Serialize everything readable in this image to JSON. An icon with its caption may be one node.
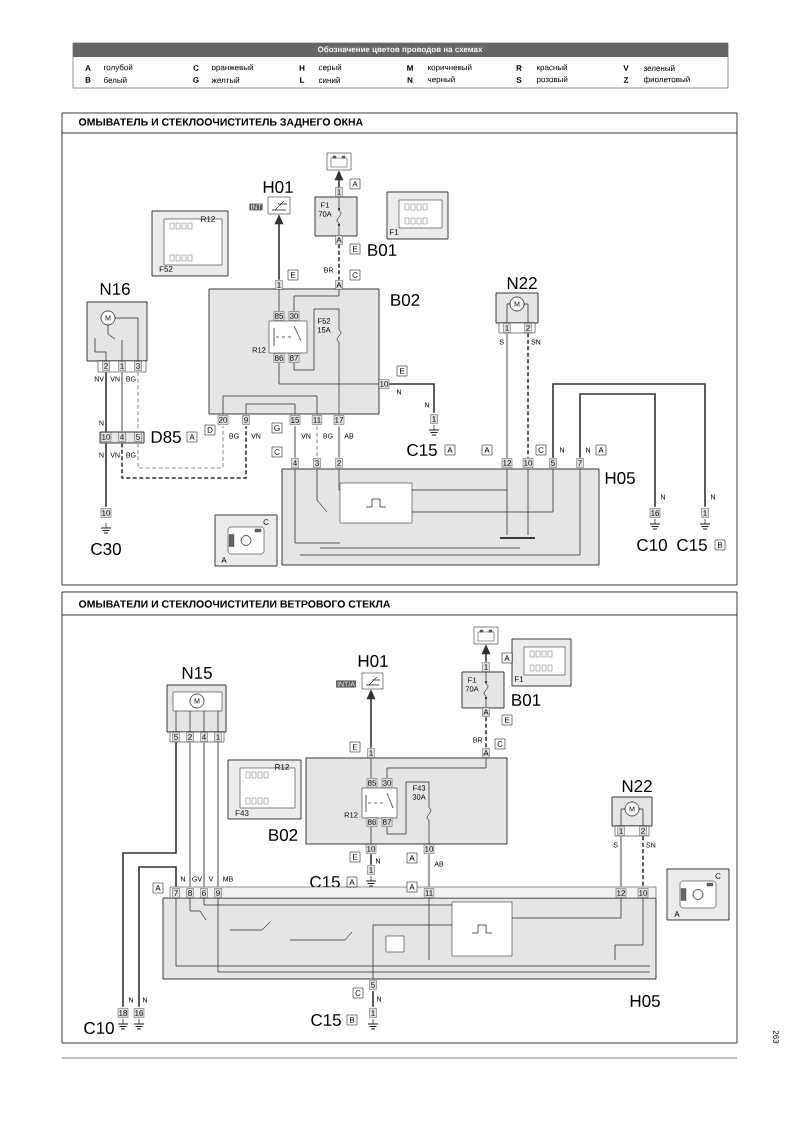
{
  "diagram": {
    "nodes": [
      {
        "text": [
          "N16",
          "M"
        ]
      },
      {
        "text": [
          "D85"
        ]
      },
      {
        "text": [
          "C30"
        ]
      },
      {
        "text": [
          "H01"
        ]
      },
      {
        "text": [],
        "shape": "picture"
      },
      {
        "text": [
          "B01"
        ]
      },
      {
        "text": [
          "F1"
        ]
      },
      {
        "text": [
          "R12",
          "F52"
        ]
      },
      {
        "text": [
          "B02"
        ]
      },
      {
        "text": [
          "C15"
        ]
      },
      {
        "text": [
          "N22",
          "M"
        ]
      },
      {
        "text": [
          "H05"
        ]
      },
      {
        "text": [
          "C10"
        ]
      },
      {
        "text": [
          "C15"
        ]
      },
      {
        "text": [
          "C",
          "A"
        ]
      },
      {
        "text": [
          "N15",
          "M"
        ]
      },
      {
        "text": [
          "H01"
        ]
      },
      {
        "text": [],
        "shape": "picture"
      },
      {
        "text": [
          "B01"
        ]
      },
      {
        "text": [
          "F1"
        ]
      },
      {
        "text": [
          "R12",
          "F43"
        ]
      },
      {
        "text": [
          "B02"
        ]
      },
      {
        "text": [
          "C15"
        ]
      },
      {
        "text": [
          "N22",
          "M"
        ]
      },
      {
        "text": [
          "C",
          "A"
        ]
      },
      {
        "text": [
          "H05"
        ]
      },
      {
        "text": [
          "C10"
        ]
      },
      {
        "text": [
          "C15"
        ]
      }
    ],
    "edges": [
      {
        "from": 0,
        "to": 1,
        "arrow": "none"
      },
      {
        "from": 0,
        "to": 1,
        "arrow": "none",
        "color": "#8c8c8c"
      },
      {
        "from": 0,
        "to": 1,
        "arrow": "none",
        "style": "dashed",
        "color": "#b3b3b3"
      },
      {
        "from": 1,
        "to": 2,
        "arrow": "none"
      },
      {
        "from": 1,
        "to": 8,
        "arrow": "none",
        "style": "dashed"
      },
      {
        "from": 1,
        "to": 8,
        "arrow": "none",
        "style": "dashed",
        "color": "#b3b3b3"
      },
      {
        "from": 8,
        "to": 3,
        "arrow": "to"
      },
      {
        "from": 5,
        "to": 4,
        "arrow": "to"
      },
      {
        "from": 5,
        "to": 8,
        "arrow": "none",
        "style": "dashed"
      },
      {
        "from": 8,
        "to": 9,
        "arrow": "none"
      },
      {
        "from": 8,
        "to": 11,
        "arrow": "none",
        "color": "#8c8c8c"
      },
      {
        "from": 8,
        "to": 11,
        "arrow": "none",
        "style": "dashed",
        "color": "#b3b3b3"
      },
      {
        "from": 8,
        "to": 11,
        "arrow": "none",
        "color": "#8c8c8c"
      },
      {
        "from": 10,
        "to": 11,
        "arrow": "none",
        "color": "#8c8c8c"
      },
      {
        "from": 10,
        "to": 11,
        "arrow": "none",
        "style": "dashed"
      },
      {
        "from": 11,
        "to": 13,
        "arrow": "none"
      },
      {
        "from": 11,
        "to": 12,
        "arrow": "none"
      },
      {
        "from": 15,
        "to": 25,
        "arrow": "none",
        "color": "#8c8c8c"
      },
      {
        "from": 15,
        "to": 25,
        "arrow": "none",
        "color": "#8c8c8c"
      },
      {
        "from": 15,
        "to": 25,
        "arrow": "none",
        "color": "#8c8c8c"
      },
      {
        "from": 15,
        "to": 26,
        "arrow": "none"
      },
      {
        "from": 25,
        "to": 26,
        "arrow": "none"
      },
      {
        "from": 21,
        "to": 16,
        "arrow": "to"
      },
      {
        "from": 18,
        "to": 17,
        "arrow": "to"
      },
      {
        "from": 18,
        "to": 21,
        "arrow": "none",
        "style": "dashed"
      },
      {
        "from": 21,
        "to": 22,
        "arrow": "none"
      },
      {
        "from": 21,
        "to": 25,
        "arrow": "none",
        "color": "#8c8c8c"
      },
      {
        "from": 23,
        "to": 25,
        "arrow": "none",
        "color": "#8c8c8c"
      },
      {
        "from": 23,
        "to": 25,
        "arrow": "none",
        "style": "dashed"
      },
      {
        "from": 25,
        "to": 27,
        "arrow": "none"
      }
    ],
    "labels": [
      "Обозначение цветов проводов на схемах",
      "A",
      "голубой",
      "C",
      "оранжевый",
      "H",
      "серый",
      "M",
      "коричневый",
      "R",
      "красный",
      "V",
      "зеленый",
      "B",
      "белый",
      "G",
      "желтый",
      "L",
      "синий",
      "N",
      "черный",
      "S",
      "розовый",
      "Z",
      "фиолетовый",
      "ОМЫВАТЕЛЬ И СТЕКЛООЧИСТИТЕЛЬ ЗАДНЕГО ОКНА",
      "ОМЫВАТЕЛИ И СТЕКЛООЧИСТИТЕЛИ ВЕТРОВОГО СТЕКЛА",
      "263",
      "INT",
      "A",
      "1",
      "F1",
      "70A",
      "A",
      "E",
      "BR",
      "E",
      "C",
      "1",
      "A",
      "85",
      "30",
      "R12",
      "86",
      "87",
      "F52",
      "15A",
      "E",
      "10",
      "N",
      "N",
      "20",
      "9",
      "15",
      "11",
      "17",
      "1",
      "2",
      "1",
      "3",
      "NV",
      "VN",
      "BG",
      "N",
      "10",
      "4",
      "5",
      "A",
      "N",
      "VN",
      "BG",
      "D",
      "BG",
      "VN",
      "G",
      "VN",
      "BG",
      "AB",
      "C",
      "A",
      "A",
      "C",
      "N",
      "N",
      "A",
      "4",
      "3",
      "2",
      "12",
      "10",
      "5",
      "7",
      "1",
      "2",
      "S",
      "SN",
      "N",
      "N",
      "10",
      "16",
      "1",
      "B",
      "INT/A",
      "A",
      "1",
      "F1",
      "70A",
      "A",
      "E",
      "BR",
      "C",
      "E",
      "1",
      "A",
      "85",
      "30",
      "F43",
      "30A",
      "R12",
      "86",
      "87",
      "5",
      "2",
      "4",
      "1",
      "10",
      "10",
      "E",
      "N",
      "A",
      "AB",
      "1",
      "A",
      "N",
      "GV",
      "V",
      "MB",
      "A",
      "A",
      "7",
      "8",
      "6",
      "9",
      "11",
      "1",
      "2",
      "S",
      "SN",
      "12",
      "10",
      "5",
      "C",
      "N",
      "1",
      "B",
      "N",
      "N",
      "18",
      "16"
    ]
  }
}
